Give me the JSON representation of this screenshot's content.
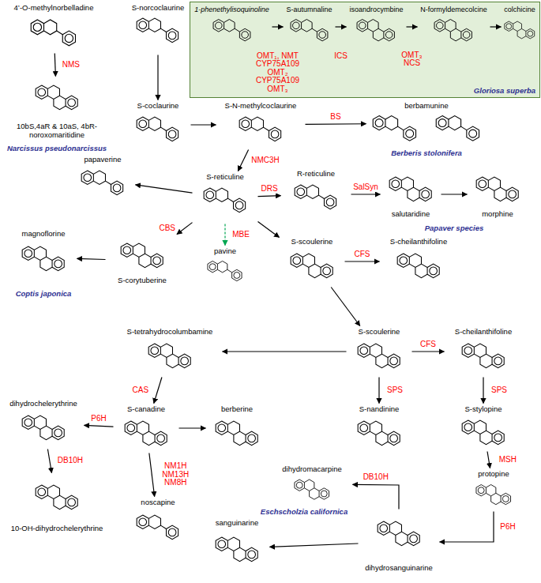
{
  "diagram": {
    "nodes": [
      {
        "text": [
          "Gloriosa superba"
        ]
      },
      {
        "text": [
          "1-phenethylisoquinoline"
        ],
        "in": 0
      },
      {
        "text": [
          "S-autumnaline"
        ],
        "in": 0
      },
      {
        "text": [
          "isoandrocymbine"
        ],
        "in": 0
      },
      {
        "text": [
          "N-formyldemecolcine"
        ],
        "in": 0
      },
      {
        "text": [
          "colchicine"
        ],
        "in": 0
      },
      {
        "text": [
          "4’-O-methylnorbelladine"
        ]
      },
      {
        "text": [
          "10bS,4aR & 10aS, 4bR-noroxomaritidine"
        ]
      },
      {
        "text": [
          "S-norcoclaurine"
        ]
      },
      {
        "text": [
          "S-coclaurine"
        ]
      },
      {
        "text": [
          "S-N-methylcoclaurine"
        ]
      },
      {
        "text": [
          "berbamunine"
        ]
      },
      {
        "text": [
          "papaverine"
        ]
      },
      {
        "text": [
          "S-reticuline"
        ]
      },
      {
        "text": [
          "R-reticuline"
        ]
      },
      {
        "text": [
          "salutaridine"
        ]
      },
      {
        "text": [
          "morphine"
        ]
      },
      {
        "text": [
          "S-corytuberine"
        ]
      },
      {
        "text": [
          "magnoflorine"
        ]
      },
      {
        "text": [
          "pavine"
        ]
      },
      {
        "text": [
          "S-scoulerine"
        ]
      },
      {
        "text": [
          "S-cheilanthifoline"
        ]
      },
      {
        "text": [
          "S-tetrahydrocolumbamine"
        ]
      },
      {
        "text": [
          "S-scoulerine"
        ]
      },
      {
        "text": [
          "S-cheilanthifoline"
        ]
      },
      {
        "text": [
          "S-canadine"
        ]
      },
      {
        "text": [
          "berberine"
        ]
      },
      {
        "text": [
          "S-nandinine"
        ]
      },
      {
        "text": [
          "S-stylopine"
        ]
      },
      {
        "text": [
          "dihydrochelerythrine"
        ]
      },
      {
        "text": [
          "10-OH-dihydrochelerythrine"
        ]
      },
      {
        "text": [
          "noscapine"
        ]
      },
      {
        "text": [
          "dihydromacarpine"
        ]
      },
      {
        "text": [
          "protopine"
        ]
      },
      {
        "text": [
          "dihydrosanguinarine"
        ]
      },
      {
        "text": [
          "sanguinarine"
        ]
      }
    ],
    "edges": [
      {
        "from": 1,
        "to": 2,
        "arrow": "to",
        "label": "OMT₁, NMT CYP75A109 OMT₂ CYP75A109 OMT₃"
      },
      {
        "from": 2,
        "to": 3,
        "arrow": "to",
        "label": "ICS"
      },
      {
        "from": 3,
        "to": 4,
        "arrow": "to",
        "label": "OMT₃ NCS"
      },
      {
        "from": 4,
        "to": 5,
        "arrow": "to"
      },
      {
        "from": 6,
        "to": 7,
        "arrow": "to",
        "label": "NMS"
      },
      {
        "from": 8,
        "to": 9,
        "arrow": "to"
      },
      {
        "from": 9,
        "to": 10,
        "arrow": "to"
      },
      {
        "from": 10,
        "to": 11,
        "arrow": "to",
        "label": "BS"
      },
      {
        "from": 10,
        "to": 13,
        "arrow": "to",
        "label": "NMC3H"
      },
      {
        "from": 13,
        "to": 14,
        "arrow": "to",
        "label": "DRS"
      },
      {
        "from": 14,
        "to": 15,
        "arrow": "to",
        "label": "SalSyn"
      },
      {
        "from": 15,
        "to": 16,
        "arrow": "to"
      },
      {
        "from": 13,
        "to": 12,
        "arrow": "to"
      },
      {
        "from": 13,
        "to": 17,
        "arrow": "to",
        "label": "CBS"
      },
      {
        "from": 17,
        "to": 18,
        "arrow": "to"
      },
      {
        "from": 13,
        "to": 19,
        "arrow": "to",
        "label": "MBE"
      },
      {
        "from": 13,
        "to": 20,
        "arrow": "to"
      },
      {
        "from": 20,
        "to": 21,
        "arrow": "to",
        "label": "CFS"
      },
      {
        "from": 20,
        "to": 23,
        "arrow": "to"
      },
      {
        "from": 23,
        "to": 22,
        "arrow": "to"
      },
      {
        "from": 23,
        "to": 24,
        "arrow": "to",
        "label": "CFS"
      },
      {
        "from": 22,
        "to": 25,
        "arrow": "to",
        "label": "CAS"
      },
      {
        "from": 25,
        "to": 26,
        "arrow": "to"
      },
      {
        "from": 25,
        "to": 29,
        "arrow": "to",
        "label": "P6H"
      },
      {
        "from": 25,
        "to": 31,
        "arrow": "to",
        "label": "NM1H NM13H NM8H"
      },
      {
        "from": 29,
        "to": 30,
        "arrow": "to",
        "label": "DB10H"
      },
      {
        "from": 23,
        "to": 27,
        "arrow": "to",
        "label": "SPS"
      },
      {
        "from": 24,
        "to": 28,
        "arrow": "to",
        "label": "SPS"
      },
      {
        "from": 28,
        "to": 33,
        "arrow": "to",
        "label": "MSH"
      },
      {
        "from": 33,
        "to": 34,
        "arrow": "to",
        "label": "P6H"
      },
      {
        "from": 34,
        "to": 32,
        "arrow": "to",
        "label": "DB10H"
      },
      {
        "from": 34,
        "to": 35,
        "arrow": "to"
      }
    ],
    "labels": [
      "Narcissus pseudonarcissus",
      "Berberis stolonifera",
      "Papaver species",
      "Coptis japonica",
      "Eschscholzia californica"
    ]
  }
}
